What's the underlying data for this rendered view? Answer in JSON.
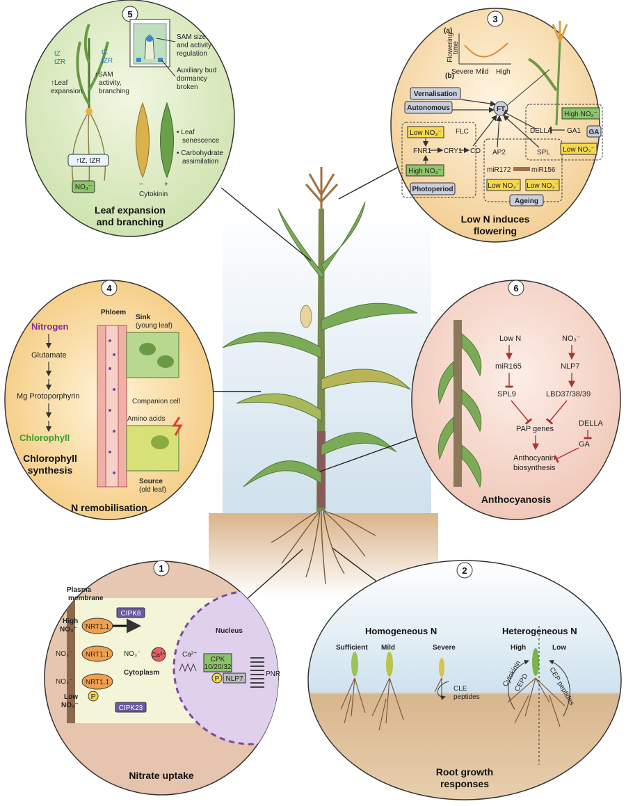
{
  "p5": {
    "num": "5",
    "title1": "Leaf expansion",
    "title2": "and branching",
    "tz1": "tZ",
    "tzr1": "tZR",
    "tz2": "tZ",
    "tzr2": "tZR",
    "leafexp1": "↑Leaf",
    "leafexp2": "expansion",
    "sam1": "↑SAM",
    "sam2": "activity,",
    "sam3": "branching",
    "samreg1": "SAM size",
    "samreg2": "and activity",
    "samreg3": "regulation",
    "bud1": "Auxiliary bud",
    "bud2": "dormancy",
    "bud3": "broken",
    "uptz": "↑tZ, tZR",
    "no3": "NO₃⁻",
    "bul1a": "• Leaf",
    "bul1b": "senescence",
    "bul2a": "• Carbohydrate",
    "bul2b": "assimilation",
    "minus": "−",
    "plus": "+",
    "cytokinin": "Cytokinin"
  },
  "p3": {
    "num": "3",
    "title1": "Low N induces",
    "title2": "flowering",
    "a": "(a)",
    "b": "(b)",
    "ylab1": "Flowering",
    "ylab2": "time",
    "x1": "Severe",
    "x2": "Mild",
    "x3": "High",
    "vern": "Vernalisation",
    "auto": "Autonomous",
    "ft": "FT",
    "flc": "FLC",
    "lowno3": "Low NO₃⁻",
    "highno3": "High NO₃⁻",
    "fnr1": "FNR1",
    "cry1": "CRY1",
    "co": "CO",
    "photo": "Photoperiod",
    "ap2": "AP2",
    "spl": "SPL",
    "mir172": "miR172",
    "mir156": "miR156",
    "ageing": "Ageing",
    "della": "DELLA",
    "ga1": "GA1",
    "ga": "GA"
  },
  "p4": {
    "num": "4",
    "nitrogen": "Nitrogen",
    "glutamate": "Glutamate",
    "mgp": "Mg Protoporphyrin",
    "chl": "Chlorophyll",
    "chlsyn1": "Chlorophyll",
    "chlsyn2": "synthesis",
    "phloem": "Phloem",
    "sink": "Sink",
    "sink2": "(young leaf)",
    "companion": "Companion cell",
    "amino": "Amino acids",
    "source": "Source",
    "source2": "(old leaf)",
    "title": "N remobilisation"
  },
  "p6": {
    "num": "6",
    "lown": "Low N",
    "no3": "NO₃⁻",
    "mir165": "miR165",
    "nlp7": "NLP7",
    "spl9": "SPL9",
    "lbd": "LBD37/38/39",
    "pap": "PAP genes",
    "della": "DELLA",
    "ga": "GA",
    "antho1": "Anthocyanin",
    "antho2": "biosynthesis",
    "title": "Anthocyanosis"
  },
  "p1": {
    "num": "1",
    "plasma1": "Plasma",
    "plasma2": "membrane",
    "high1": "High",
    "high2": "NO₃⁻",
    "cipk8": "CIPK8",
    "nrt": "NRT1.1",
    "no3": "NO₃⁻",
    "ca": "Ca²⁺",
    "nucleus": "Nucleus",
    "cpk1": "CPK",
    "cpk2": "10/20/32",
    "p": "P",
    "nlp7": "NLP7",
    "pnr": "PNR",
    "cytoplasm": "Cytoplasm",
    "low1": "Low",
    "low2": "NO₃⁻",
    "cipk23": "CIPK23",
    "title": "Nitrate uptake"
  },
  "p2": {
    "num": "2",
    "homo": "Homogeneous N",
    "hetero": "Heterogeneous N",
    "suff": "Sufficient",
    "mild": "Mild",
    "severe": "Severe",
    "high": "High",
    "low": "Low",
    "cytokinin": "Cytokinin",
    "cepd": "CEPD",
    "cep": "CEP peptides",
    "cle1": "CLE",
    "cle2": "peptides",
    "title1": "Root growth",
    "title2": "responses"
  }
}
